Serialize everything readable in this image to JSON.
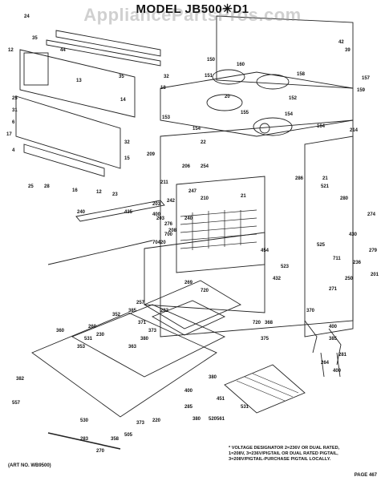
{
  "title": "MODEL  JB500✳D1",
  "watermark": "AppliancePartsPros.com",
  "note_lines": [
    "* VOLTAGE DESIGNATOR 2=236V OR DUAL RATED,",
    "  1=208V, 3=236V/PIGTAIL OR DUAL RATED PIGTAIL,",
    "  3=208V/PIGTAIL-PURCHASE PIGTAIL LOCALLY."
  ],
  "art_no": "(ART NO. WB9500)",
  "page_no": "PAGE 467",
  "callouts": [
    "24",
    "35",
    "12",
    "44",
    "35",
    "32",
    "18",
    "13",
    "25",
    "31",
    "6",
    "14",
    "32",
    "15",
    "17",
    "4",
    "25",
    "28",
    "12",
    "23",
    "16",
    "42",
    "39",
    "150",
    "151",
    "20",
    "160",
    "152",
    "154",
    "155",
    "158",
    "159",
    "157",
    "153",
    "154",
    "164",
    "21",
    "209",
    "22",
    "254",
    "206",
    "211",
    "242",
    "203",
    "203",
    "247",
    "240",
    "208",
    "20",
    "210",
    "21",
    "214",
    "286",
    "521",
    "280",
    "430",
    "274",
    "279",
    "240",
    "435",
    "400",
    "276",
    "700",
    "704",
    "525",
    "523",
    "454",
    "432",
    "720",
    "711",
    "250",
    "236",
    "201",
    "271",
    "269",
    "720",
    "257",
    "282",
    "260",
    "230",
    "352",
    "385",
    "371",
    "373",
    "380",
    "363",
    "360",
    "353",
    "368",
    "375",
    "370",
    "400",
    "385",
    "281",
    "264",
    "400",
    "451",
    "220",
    "283",
    "270",
    "285",
    "530",
    "561",
    "505",
    "358",
    "400",
    "373",
    "531",
    "380",
    "520",
    "531",
    "380",
    "557",
    "382"
  ]
}
